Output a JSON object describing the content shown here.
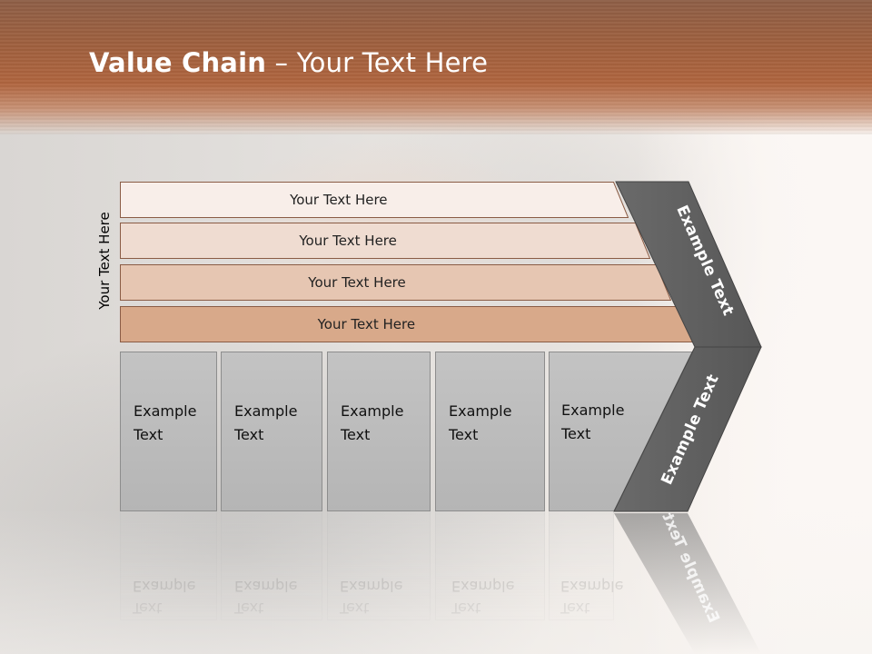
{
  "title": {
    "bold": "Value Chain",
    "rest": " – Your Text Here"
  },
  "support_label": "Your Text Here",
  "support_activities": [
    {
      "label": "Your Text Here",
      "fill": "#f8eee9"
    },
    {
      "label": "Your Text Here",
      "fill": "#efdcd1"
    },
    {
      "label": "Your Text Here",
      "fill": "#e6c6b2"
    },
    {
      "label": "Your Text Here",
      "fill": "#d8a98a"
    }
  ],
  "primary_activities": [
    {
      "line1": "Example",
      "line2": "Text"
    },
    {
      "line1": "Example",
      "line2": "Text"
    },
    {
      "line1": "Example",
      "line2": "Text"
    },
    {
      "line1": "Example",
      "line2": "Text"
    },
    {
      "line1": "Example",
      "line2": "Text"
    }
  ],
  "margin_upper": "Example Text",
  "margin_lower": "Example Text",
  "colors": {
    "title_band": "#a8623f",
    "chevron": "#5d5d5d",
    "column": "#bcbcbc",
    "bar_border": "#8a5c45"
  }
}
